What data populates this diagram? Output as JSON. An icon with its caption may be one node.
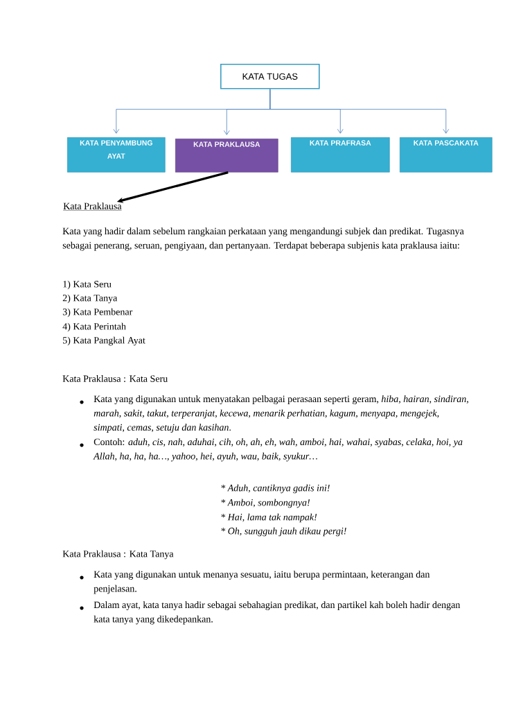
{
  "diagram": {
    "nodes": [
      {
        "text": [
          "KATA TUGAS"
        ]
      },
      {
        "text": [
          "KATA PENYAMBUNG AYAT"
        ]
      },
      {
        "text": [
          "KATA PRAKLAUSA"
        ]
      },
      {
        "text": [
          "KATA PRAFRASA"
        ]
      },
      {
        "text": [
          "KATA PASCAKATA"
        ]
      },
      {
        "text": [
          "Kata Praklausa"
        ]
      }
    ],
    "edges": [
      {
        "from": 0,
        "to": 1,
        "arrow": "to"
      },
      {
        "from": 0,
        "to": 2,
        "arrow": "to"
      },
      {
        "from": 0,
        "to": 3,
        "arrow": "to"
      },
      {
        "from": 0,
        "to": 4,
        "arrow": "to"
      },
      {
        "from": 2,
        "to": 5,
        "arrow": "to",
        "style": "thick",
        "color": "#000000"
      }
    ],
    "labels": [
      "Kata yang hadir dalam sebelum rangkaian perkataan yang mengandungi subjek dan predikat. Tugasnya sebagai penerang, seruan, pengiyaan, dan pertanyaan. Terdapat beberapa subjenis kata praklausa iaitu:",
      "1) Kata Seru",
      "2) Kata Tanya",
      "3) Kata Pembenar",
      "4) Kata Perintah",
      "5) Kata Pangkal Ayat",
      "Kata Praklausa : Kata Seru",
      "Kata yang digunakan untuk menyatakan pelbagai perasaan seperti geram, *hiba, hairan, sindiran, marah, sakit, takut, terperanjat, kecewa, menarik perhatian, kagum, menyapa, mengejek, simpati, cemas, setuju dan kasihan*.",
      "Contoh: *aduh, cis, nah, aduhai, cih, oh, ah, eh, wah, amboi, hai, wahai, syabas, celaka, hoi, ya Allah, ha, ha, ha…, yahoo, hei, ayuh, wau, baik, syukur…*",
      "* Aduh, cantiknya gadis ini!",
      "* Amboi, sombongnya!",
      "* Hai, lama tak nampak!",
      "* Oh, sungguh jauh dikau pergi!",
      "Kata Praklausa : Kata Tanya",
      "Kata yang digunakan untuk menanya sesuatu, iaitu berupa permintaan, keterangan dan penjelasan.",
      "Dalam ayat, kata tanya hadir sebagai sebahagian predikat, dan partikel kah boleh hadir dengan kata tanya yang dikedepankan."
    ]
  }
}
